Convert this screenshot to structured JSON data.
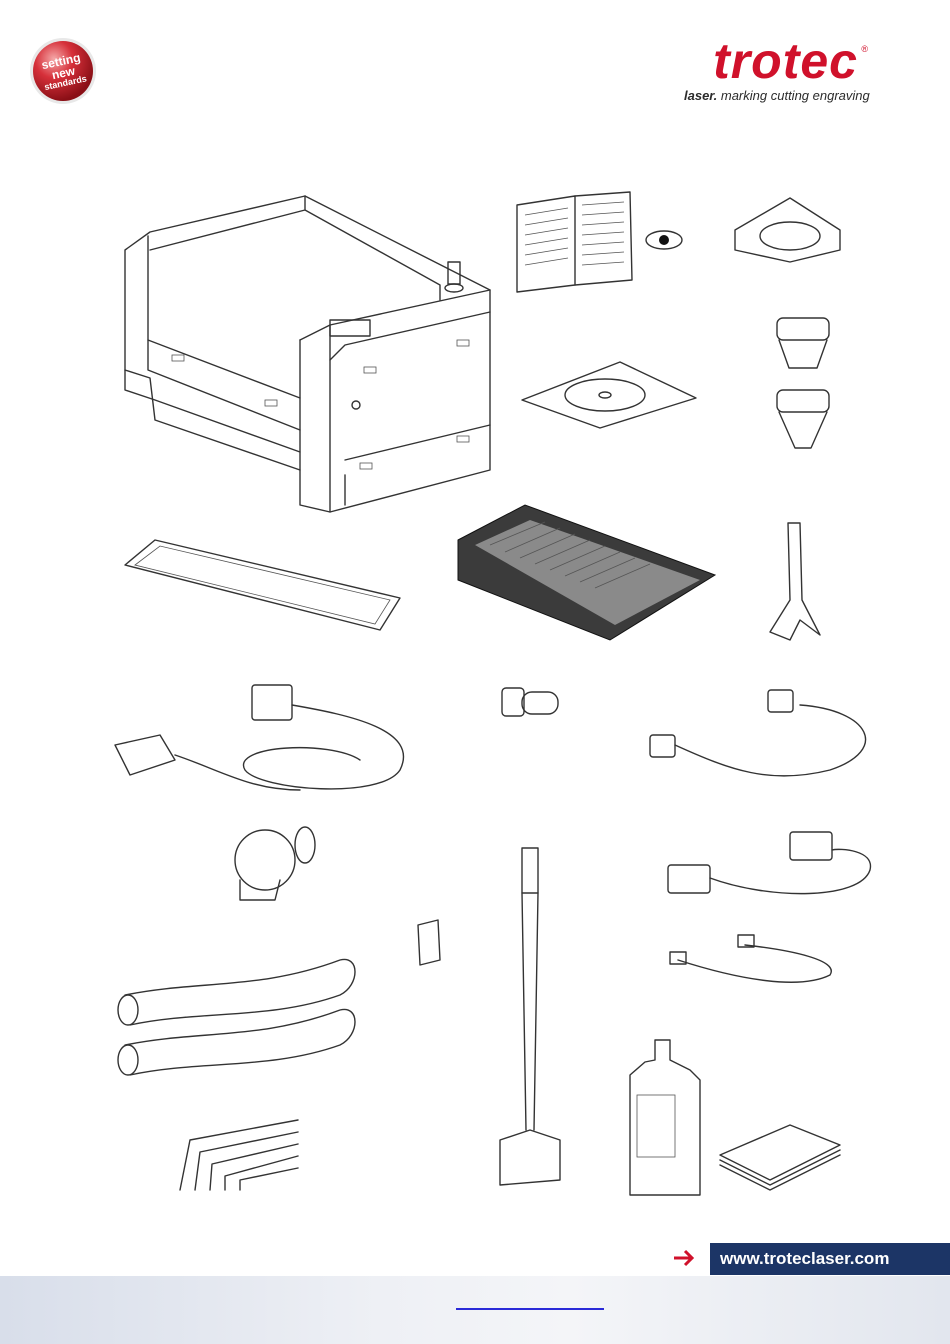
{
  "badge": {
    "line1": "setting",
    "line2": "new",
    "line3": "standards"
  },
  "logo": {
    "brand": "trotec",
    "reg": "®",
    "tag_bold": "laser.",
    "tag_rest": " marking cutting engraving"
  },
  "footer": {
    "url": "www.troteclaser.com"
  },
  "colors": {
    "brand_red": "#d0112b",
    "navy": "#1c3566",
    "link_blue": "#2a2ad8"
  }
}
